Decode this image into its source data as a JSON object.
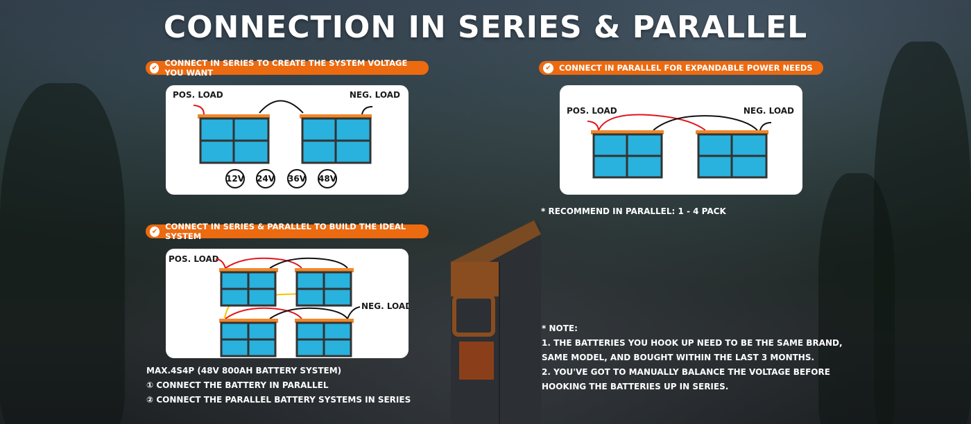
{
  "title": "CONNECTION IN SERIES & PARALLEL",
  "colors": {
    "accent": "#ec6a10",
    "cell": "#29b2dd",
    "terminal_bar": "#f0882a",
    "pos_wire": "#e3141b",
    "neg_wire": "#111111",
    "bridge_wire": "#f5c400"
  },
  "series": {
    "heading": "CONNECT IN SERIES TO CREATE THE SYSTEM VOLTAGE YOU WANT",
    "pos_label": "POS. LOAD",
    "neg_label": "NEG. LOAD",
    "voltages": [
      "12V",
      "24V",
      "36V",
      "48V"
    ]
  },
  "parallel": {
    "heading": "CONNECT IN PARALLEL FOR EXPANDABLE POWER NEEDS",
    "pos_label": "POS. LOAD",
    "neg_label": "NEG. LOAD",
    "recommend": "* RECOMMEND IN PARALLEL: 1 - 4 PACK"
  },
  "series_parallel": {
    "heading": "CONNECT IN SERIES & PARALLEL TO BUILD THE IDEAL SYSTEM",
    "pos_label": "POS. LOAD",
    "neg_label": "NEG. LOAD",
    "notes": [
      "MAX.4S4P (48V 800AH BATTERY SYSTEM)",
      "① CONNECT THE BATTERY IN PARALLEL",
      "② CONNECT THE PARALLEL BATTERY SYSTEMS IN SERIES"
    ]
  },
  "note": {
    "heading": "* NOTE:",
    "lines": [
      "1. THE BATTERIES YOU HOOK UP NEED TO BE THE SAME BRAND,",
      "SAME MODEL, AND BOUGHT WITHIN THE LAST 3 MONTHS.",
      "2. YOU'VE GOT TO MANUALLY BALANCE THE VOLTAGE BEFORE",
      "HOOKING THE BATTERIES UP IN SERIES."
    ]
  },
  "icons": {
    "check": "✔"
  }
}
